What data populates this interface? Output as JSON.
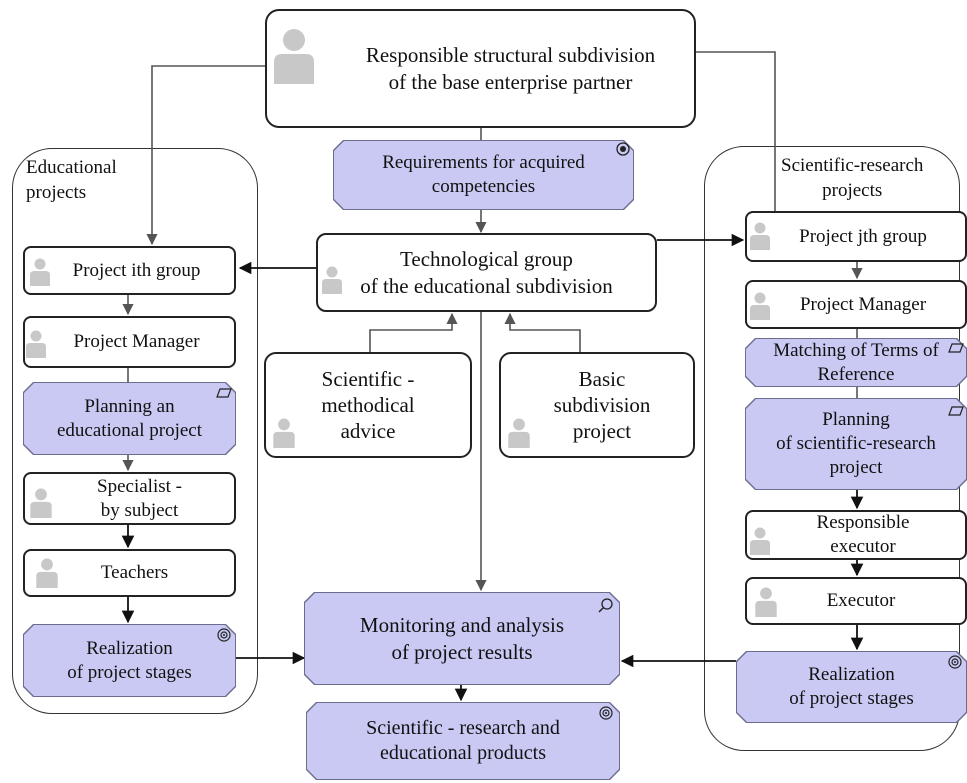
{
  "top_node": {
    "label": "Responsible structural subdivision\nof the base enterprise partner"
  },
  "requirements": {
    "label": "Requirements for acquired\ncompetencies"
  },
  "tech_group": {
    "label": "Technological group\nof the educational subdivision"
  },
  "sci_method": {
    "label": "Scientific -\nmethodical\nadvice"
  },
  "basic_sub": {
    "label": "Basic\nsubdivision\nproject"
  },
  "left_lane": {
    "title": "Educational\nprojects",
    "project_group": "Project ith group",
    "manager": "Project Manager",
    "planning": "Planning an\neducational project",
    "specialist": "Specialist -\nby subject",
    "teachers": "Teachers",
    "realization": "Realization\nof project stages"
  },
  "right_lane": {
    "title": "Scientific-research\nprojects",
    "project_group": "Project jth group",
    "manager": "Project Manager",
    "matching": "Matching of Terms of\nReference",
    "planning": "Planning\nof scientific-research\nproject",
    "responsible": "Responsible\nexecutor",
    "executor": "Executor",
    "realization": "Realization\nof project stages"
  },
  "monitoring": {
    "label": "Monitoring and analysis\nof project results"
  },
  "products": {
    "label": "Scientific - research and\neducational products"
  },
  "colors": {
    "process_fill": "#c9c9f3",
    "line": "#555555",
    "person": "#c8c8c8"
  }
}
